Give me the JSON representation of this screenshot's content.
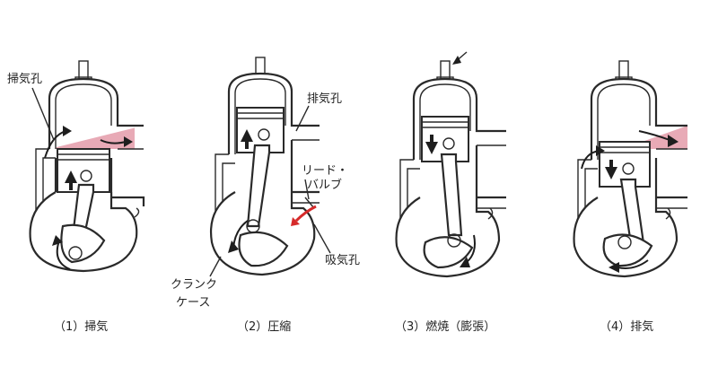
{
  "colors": {
    "gas": "#e8aab6",
    "gas_deep": "#d9808f",
    "ink": "#2a2a2a",
    "intake_red": "#d62a2a",
    "flame": "#d94c63"
  },
  "labels": {
    "scavenge_port": "掃気孔",
    "exhaust_port": "排気孔",
    "reed_valve_line1": "リード・",
    "reed_valve_line2": "バルブ",
    "intake_port": "吸気孔",
    "crankcase_line1": "クランク",
    "crankcase_line2": "ケース"
  },
  "stages": [
    {
      "caption": "（1）掃気"
    },
    {
      "caption": "（2）圧縮"
    },
    {
      "caption": "（3）燃焼（膨張）"
    },
    {
      "caption": "（4）排気"
    }
  ]
}
